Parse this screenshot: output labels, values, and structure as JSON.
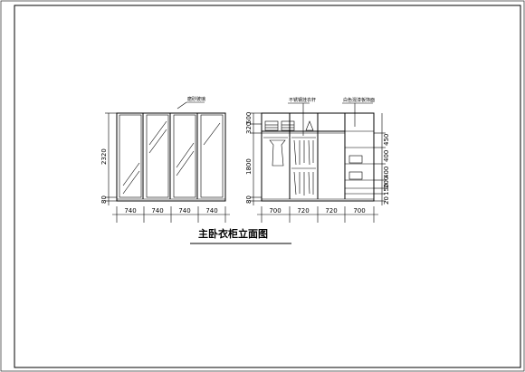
{
  "drawing": {
    "title": "主卧衣柜立面图",
    "left_elevation": {
      "annotation": "磨砂玻璃",
      "widths": [
        "740",
        "740",
        "740",
        "740"
      ],
      "height_dims": [
        "2320",
        "80"
      ]
    },
    "right_elevation": {
      "annotation_left": "不锈钢挂衣杆",
      "annotation_right": "白色混漆板饰面",
      "widths": [
        "700",
        "720",
        "720",
        "700"
      ],
      "left_dims": [
        "500",
        "320",
        "1800",
        "80"
      ],
      "right_dims": [
        "450",
        "400",
        "400",
        "200",
        "150",
        "20"
      ]
    }
  }
}
